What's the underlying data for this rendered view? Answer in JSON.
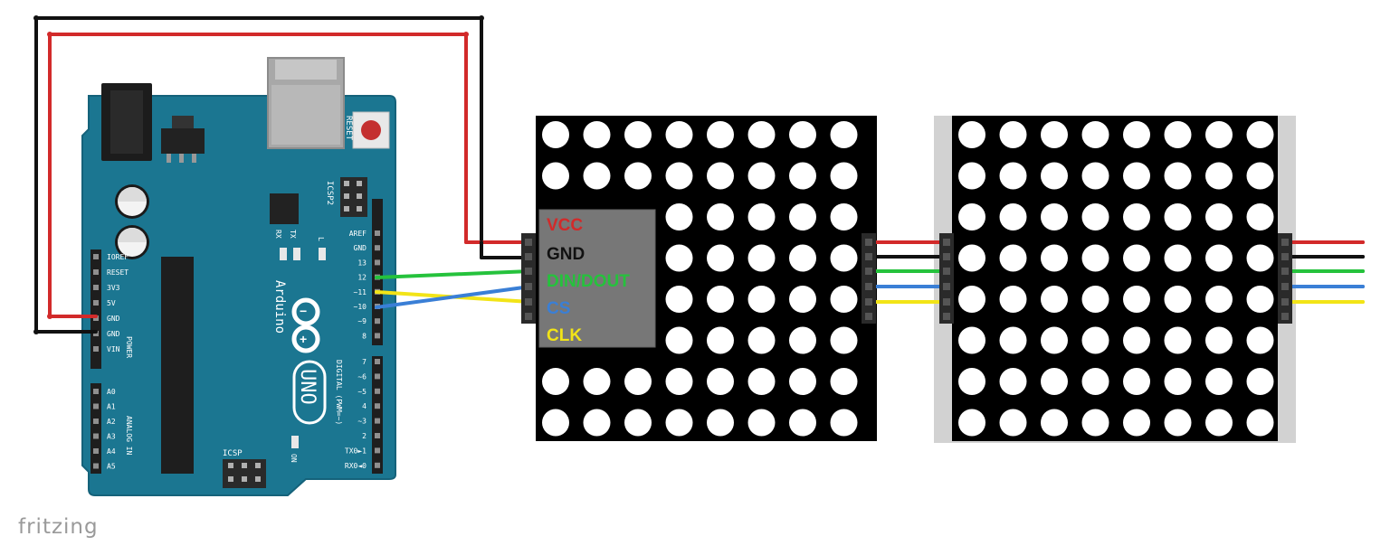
{
  "colors": {
    "board": "#1b7691",
    "board_edge": "#15627a",
    "vcc": "#d22a2a",
    "gnd": "#111111",
    "din": "#25c23c",
    "cs": "#3a7fd6",
    "clk": "#f2e417",
    "matrix_bg": "#000000",
    "led": "#ffffff",
    "label_box": "#777777"
  },
  "module_labels": {
    "vcc": "VCC",
    "gnd": "GND",
    "din": "DIN/DOUT",
    "cs": "CS",
    "clk": "CLK"
  },
  "arduino": {
    "brand": "Arduino",
    "model": "UNO",
    "reset_label": "RESET",
    "icsp2_label": "ICSP2",
    "icsp_label": "ICSP",
    "rx_label": "RX",
    "tx_label": "TX",
    "l_label": "L",
    "on_label": "ON",
    "power_label": "POWER",
    "analog_label": "ANALOG IN",
    "digital_label": "DIGITAL (PWM=~)",
    "power_pins": [
      "IOREF",
      "RESET",
      "3V3",
      "5V",
      "GND",
      "GND",
      "VIN"
    ],
    "analog_pins": [
      "A0",
      "A1",
      "A2",
      "A3",
      "A4",
      "A5"
    ],
    "digital_top_pins": [
      "AREF",
      "GND",
      "13",
      "12",
      "~11",
      "~10",
      "~9",
      "8"
    ],
    "digital_bottom_pins": [
      "7",
      "~6",
      "~5",
      "4",
      "~3",
      "2",
      "TX0►1",
      "RX0◄0"
    ]
  },
  "matrix": {
    "rows": 8,
    "cols": 8,
    "count": 2
  },
  "credit": "fritzing"
}
